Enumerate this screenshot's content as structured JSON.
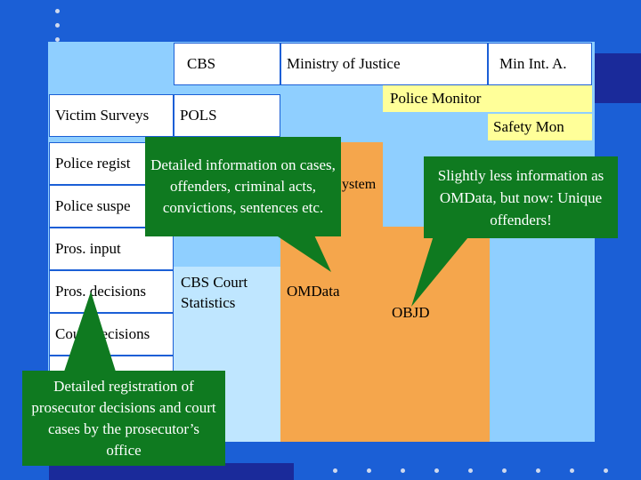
{
  "header": {
    "cbs": "CBS",
    "ministry": "Ministry of Justice",
    "min_int": "Min Int. A."
  },
  "rows": {
    "victim_surveys": "Victim Surveys",
    "pols": "POLS",
    "police_registered": "Police regist",
    "police_suspects": "Police suspe",
    "pros_input": "Pros. input",
    "pros_decisions": "Pros. decisions",
    "court_decisions": "Court decisions"
  },
  "systems": {
    "cbs_court_statistics": "CBS Court Statistics",
    "omdata": "OMData",
    "objd": "OBJD",
    "partial_system": "ystem"
  },
  "monitors": {
    "police_monitor": "Police Monitor",
    "safety_monitor": "Safety Mon"
  },
  "callouts": {
    "omdata_note": "Detailed information on cases, offenders, criminal acts, convictions, sentences etc.",
    "objd_note": "Slightly less information as OMData, but now: Unique offenders!",
    "pros_note": "Detailed registration of prosecutor decisions and court cases by the prosecutor’s office"
  },
  "colors": {
    "background": "#1b5fd6",
    "orange": "#f5a64c",
    "cyan": "#bfe6ff",
    "yellow": "#ffff99",
    "callout": "#0f7a20"
  }
}
